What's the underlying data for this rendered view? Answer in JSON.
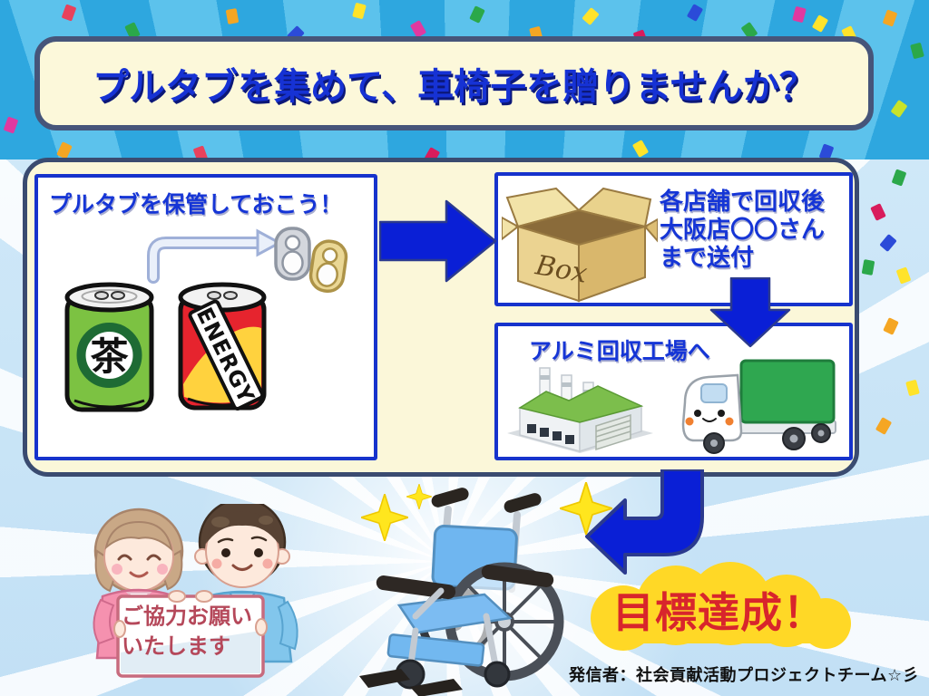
{
  "banner": {
    "title": "プルタブを集めて、車椅子を贈りませんか？"
  },
  "flow": {
    "step1": {
      "heading": "プルタブを保管しておこう！",
      "green_can_text": "茶",
      "energy_can_text": "ENERGY"
    },
    "step2": {
      "box_text": "Box",
      "lines": [
        "各店舗で回収後",
        "大阪店〇〇さん",
        "まで送付"
      ]
    },
    "step3": {
      "heading": "アルミ回収工場へ"
    }
  },
  "footer_area": {
    "sign_lines": [
      "ご協力お願い",
      "いたします"
    ],
    "goal": "目標達成！",
    "credit": "発信者：社会貢献活動プロジェクトチーム☆彡"
  },
  "colors": {
    "arrow_blue": "#0A1FD6",
    "text_blue": "#1535D6",
    "banner_bg": "#FCF8DA",
    "container_bg": "#FBF7D9",
    "border_navy": "#3A4B70",
    "box_border_blue": "#1633CC",
    "goal_red": "#D8252C",
    "goal_yellow": "#FFD826",
    "sign_text_red": "#B5485A",
    "band_blue": "#2EA7DF"
  }
}
